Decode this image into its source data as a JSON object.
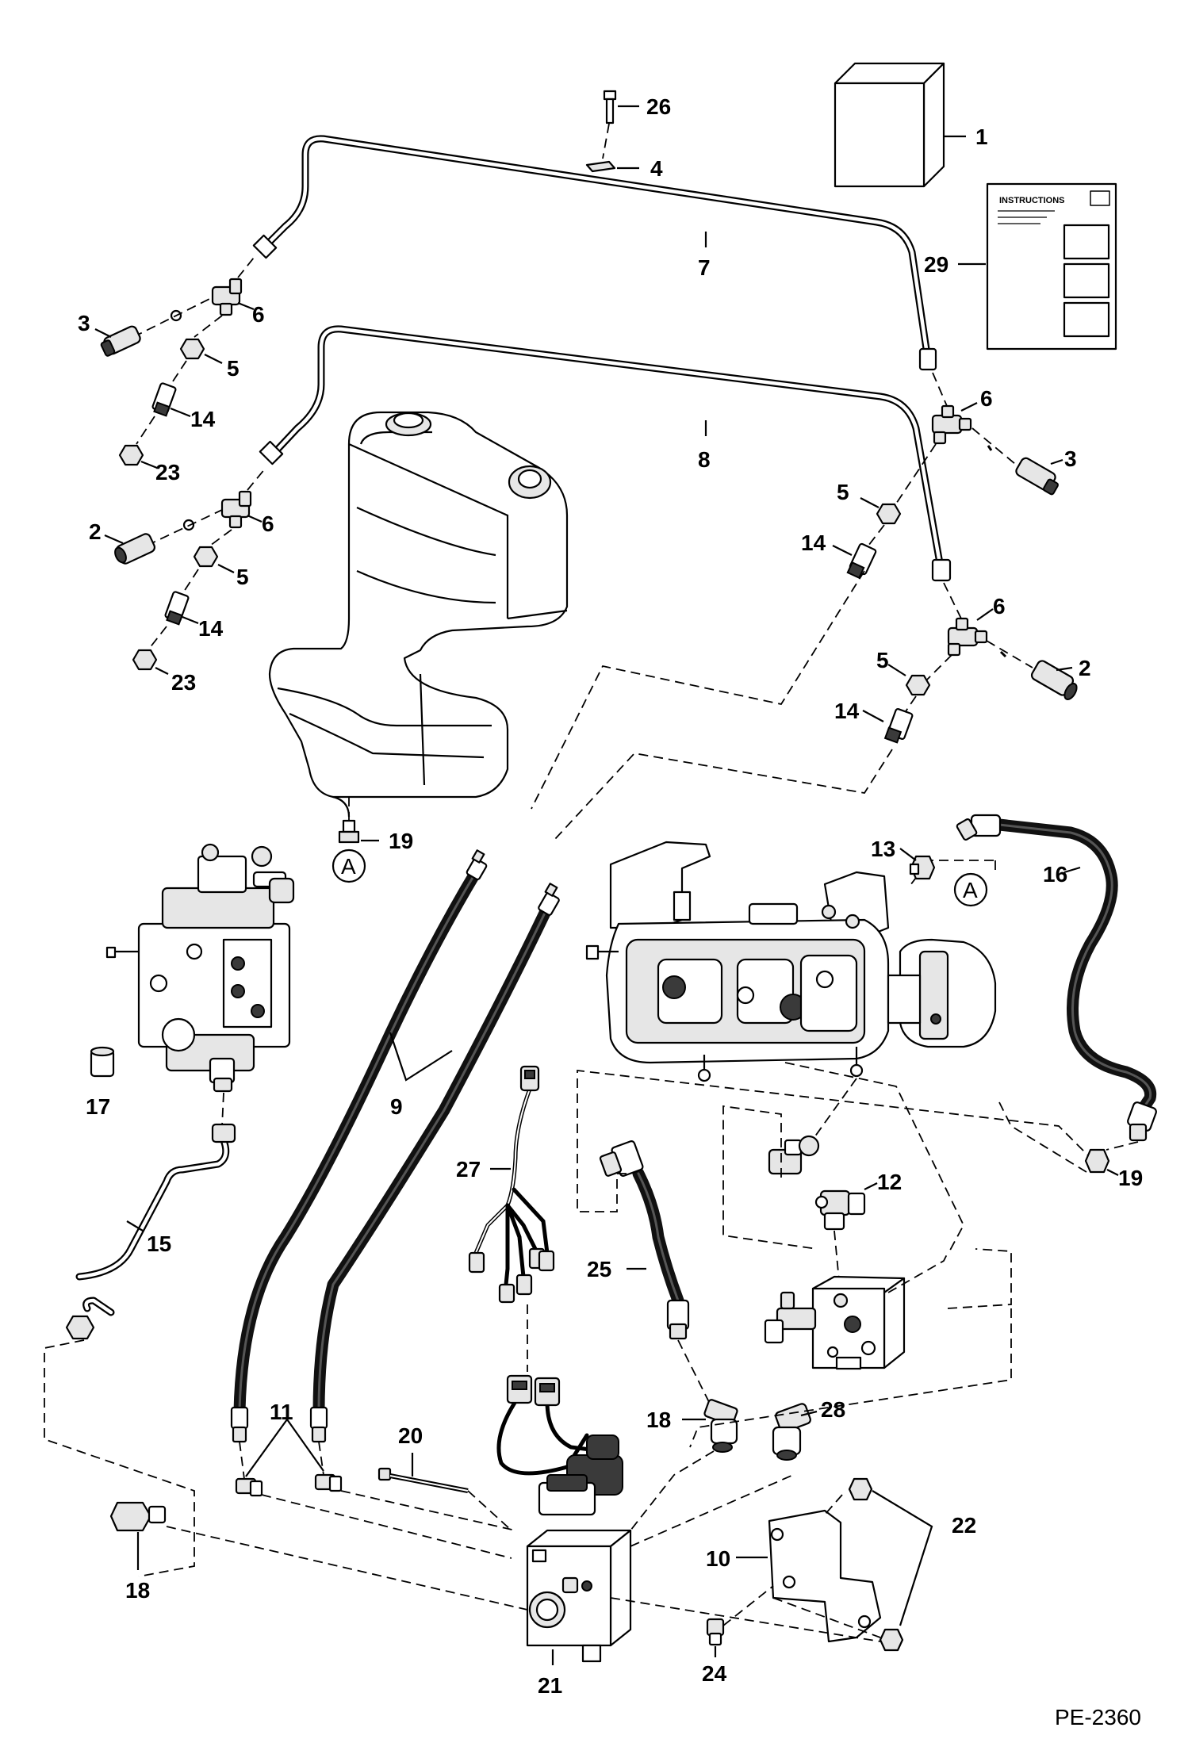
{
  "instructions": {
    "title": "INSTRUCTIONS"
  },
  "reference": "PE-2360",
  "detail_marker": "A",
  "callouts": {
    "c1": "1",
    "c2a": "2",
    "c2b": "2",
    "c3a": "3",
    "c3b": "3",
    "c4": "4",
    "c5a": "5",
    "c5b": "5",
    "c5c": "5",
    "c5d": "5",
    "c6a": "6",
    "c6b": "6",
    "c6c": "6",
    "c6d": "6",
    "c7": "7",
    "c8": "8",
    "c9": "9",
    "c10": "10",
    "c11": "11",
    "c12": "12",
    "c13": "13",
    "c14a": "14",
    "c14b": "14",
    "c14c": "14",
    "c14d": "14",
    "c15": "15",
    "c16": "16",
    "c17": "17",
    "c18a": "18",
    "c18b": "18",
    "c19a": "19",
    "c19b": "19",
    "c20": "20",
    "c21": "21",
    "c22": "22",
    "c23a": "23",
    "c23b": "23",
    "c24": "24",
    "c25": "25",
    "c26": "26",
    "c27": "27",
    "c28": "28",
    "c29": "29"
  }
}
